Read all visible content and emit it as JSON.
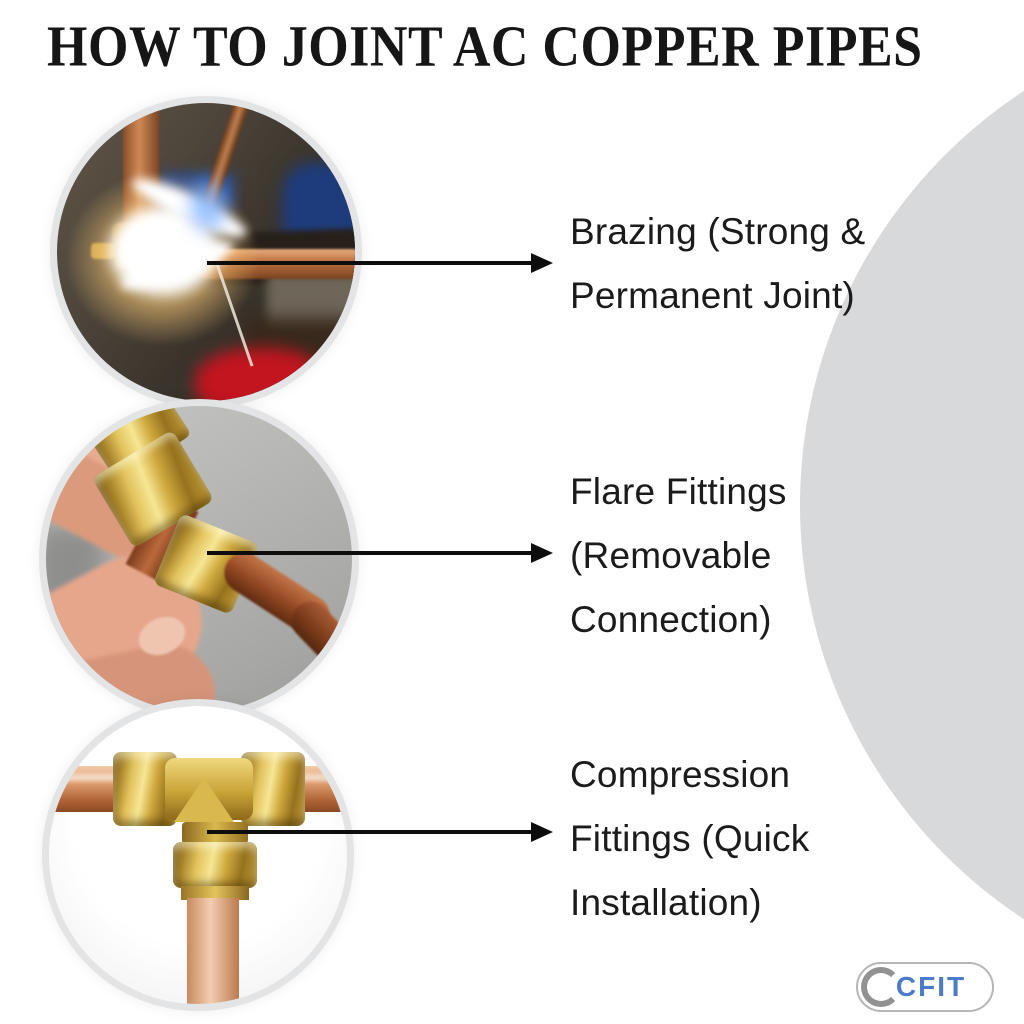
{
  "title": "HOW TO JOINT AC COPPER PIPES",
  "items": [
    {
      "name": "brazing",
      "lines": [
        "Brazing (Strong &",
        "Permanent Joint)"
      ]
    },
    {
      "name": "flare-fittings",
      "lines": [
        "Flare Fittings",
        "(Removable",
        "Connection)"
      ]
    },
    {
      "name": "compression-fittings",
      "lines": [
        "Compression",
        "Fittings (Quick",
        "Installation)"
      ]
    }
  ],
  "logo": {
    "text": "CFIT",
    "text_color": "#4a7cc9"
  },
  "colors": {
    "background": "#ffffff",
    "decor_circle": "#d8d9db",
    "arrow": "#0d0d0d",
    "label_text": "#1b1b1b",
    "copper": "#b5653a",
    "brass": "#caa53c",
    "photo_ring": "#e3e4e6"
  }
}
